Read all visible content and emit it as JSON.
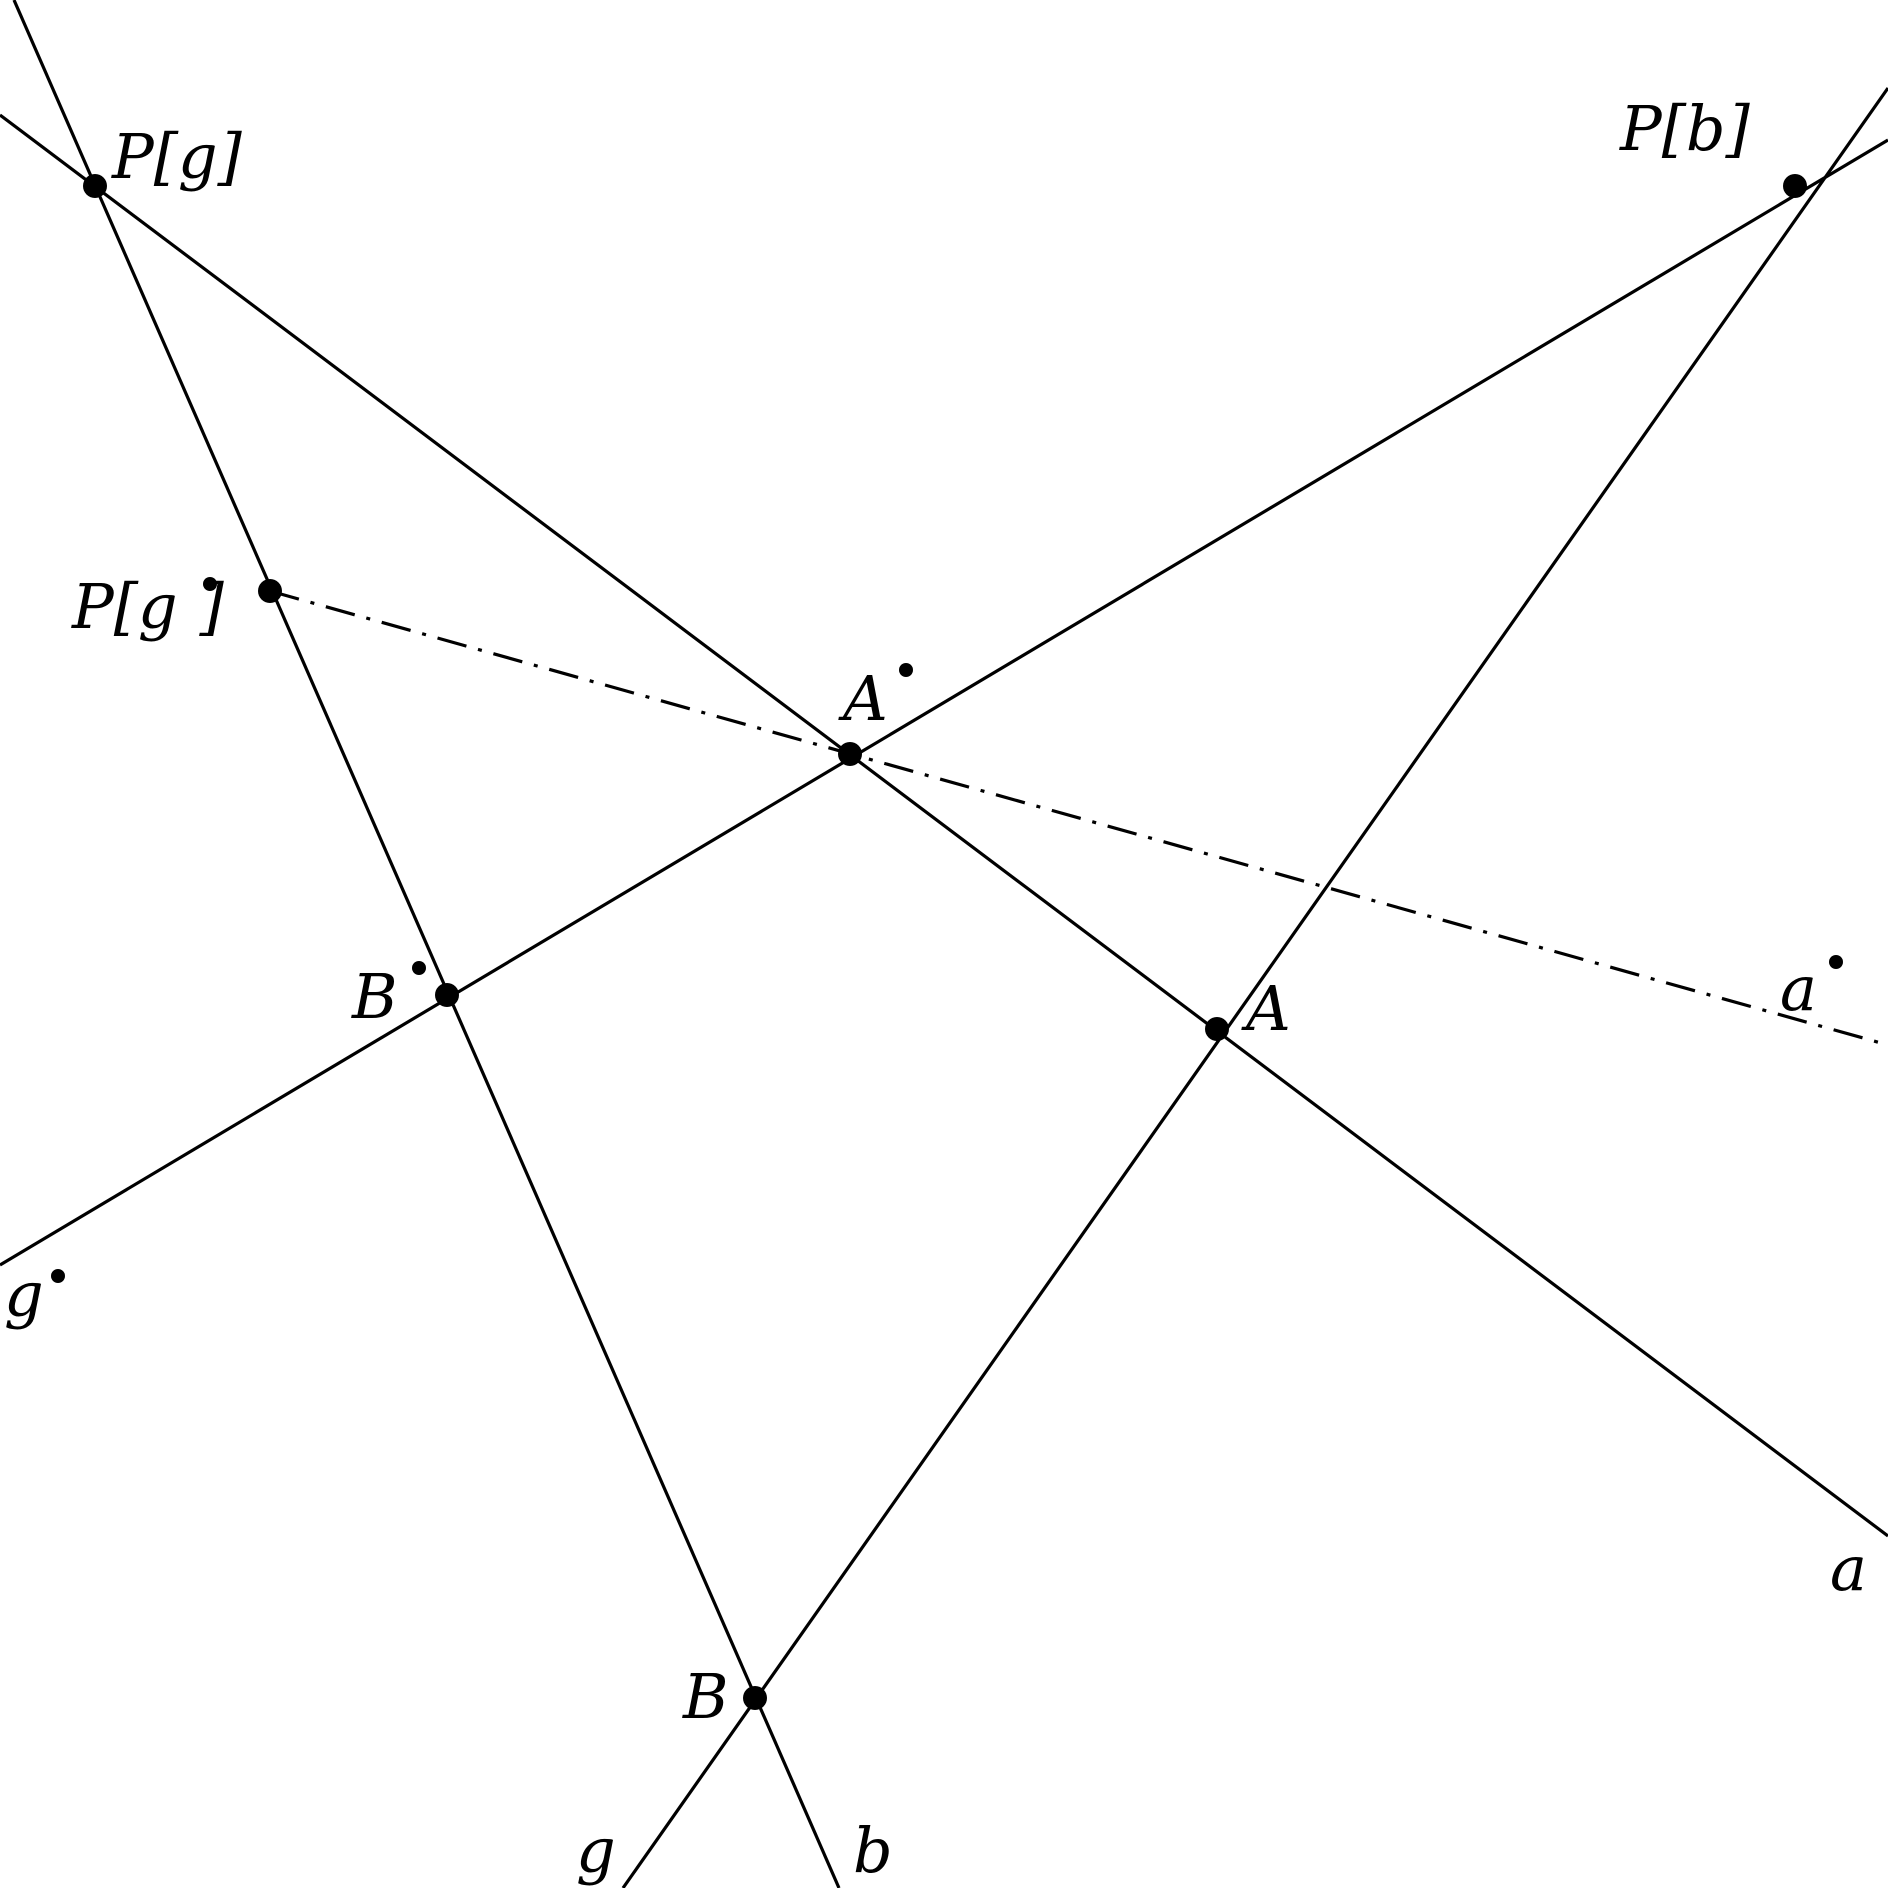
{
  "diagram": {
    "style": {
      "stroke_color": "#000000",
      "background": "#ffffff"
    },
    "line_labels": {
      "a": "a",
      "b": "b",
      "g": "g",
      "g_star": "g",
      "a_star": "a"
    },
    "point_labels": {
      "P_g_prefix": "P[",
      "P_g_name": "g",
      "P_g_suffix": "]",
      "P_b_prefix": "P[",
      "P_b_name": "b",
      "P_b_suffix": "]",
      "P_gstar_prefix": "P[",
      "P_gstar_name": "g",
      "P_gstar_suffix": "]",
      "A_star": "A",
      "B_star": "B",
      "A": "A",
      "B": "B"
    },
    "line_styles": {
      "a_star": "dash-dot",
      "others": "solid"
    }
  }
}
